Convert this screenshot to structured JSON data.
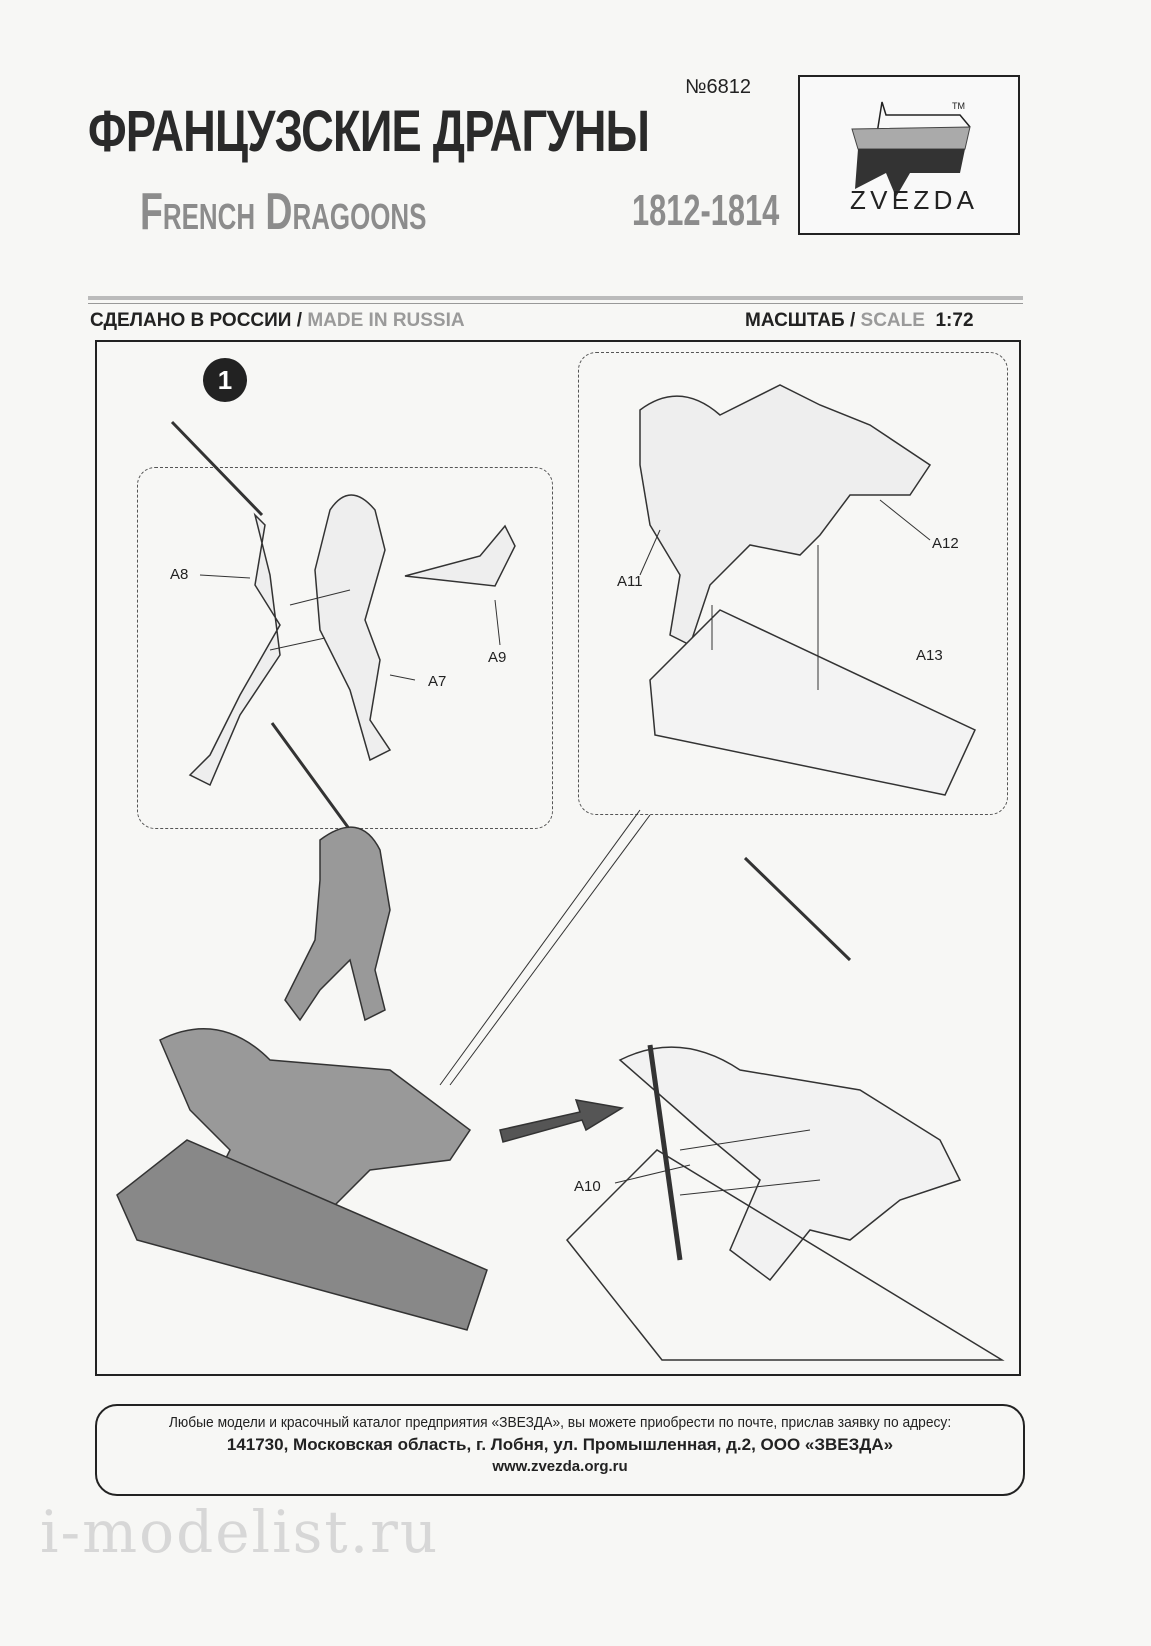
{
  "header": {
    "kit_number": "№6812",
    "title_ru": "ФРАНЦУЗСКИЕ ДРАГУНЫ",
    "title_en": "French Dragoons",
    "years": "1812-1814",
    "logo_text": "ZVEZDA",
    "logo_tm": "TM"
  },
  "subheader": {
    "made_in_ru": "СДЕЛАНО В РОССИИ /",
    "made_in_en": "MADE IN RUSSIA",
    "scale_ru": "МАСШТАБ /",
    "scale_en": "SCALE",
    "scale_value": "1:72"
  },
  "assembly": {
    "step": "1",
    "parts": [
      "A8",
      "A7",
      "A9",
      "A11",
      "A12",
      "A13",
      "A10"
    ]
  },
  "footer": {
    "line1": "Любые модели и красочный каталог предприятия «ЗВЕЗДА», вы можете приобрести по почте, прислав заявку по адресу:",
    "line2": "141730, Московская область, г. Лобня, ул. Промышленная, д.2, ООО «ЗВЕЗДА»",
    "line3": "www.zvezda.org.ru"
  },
  "watermark": "i-modelist.ru"
}
